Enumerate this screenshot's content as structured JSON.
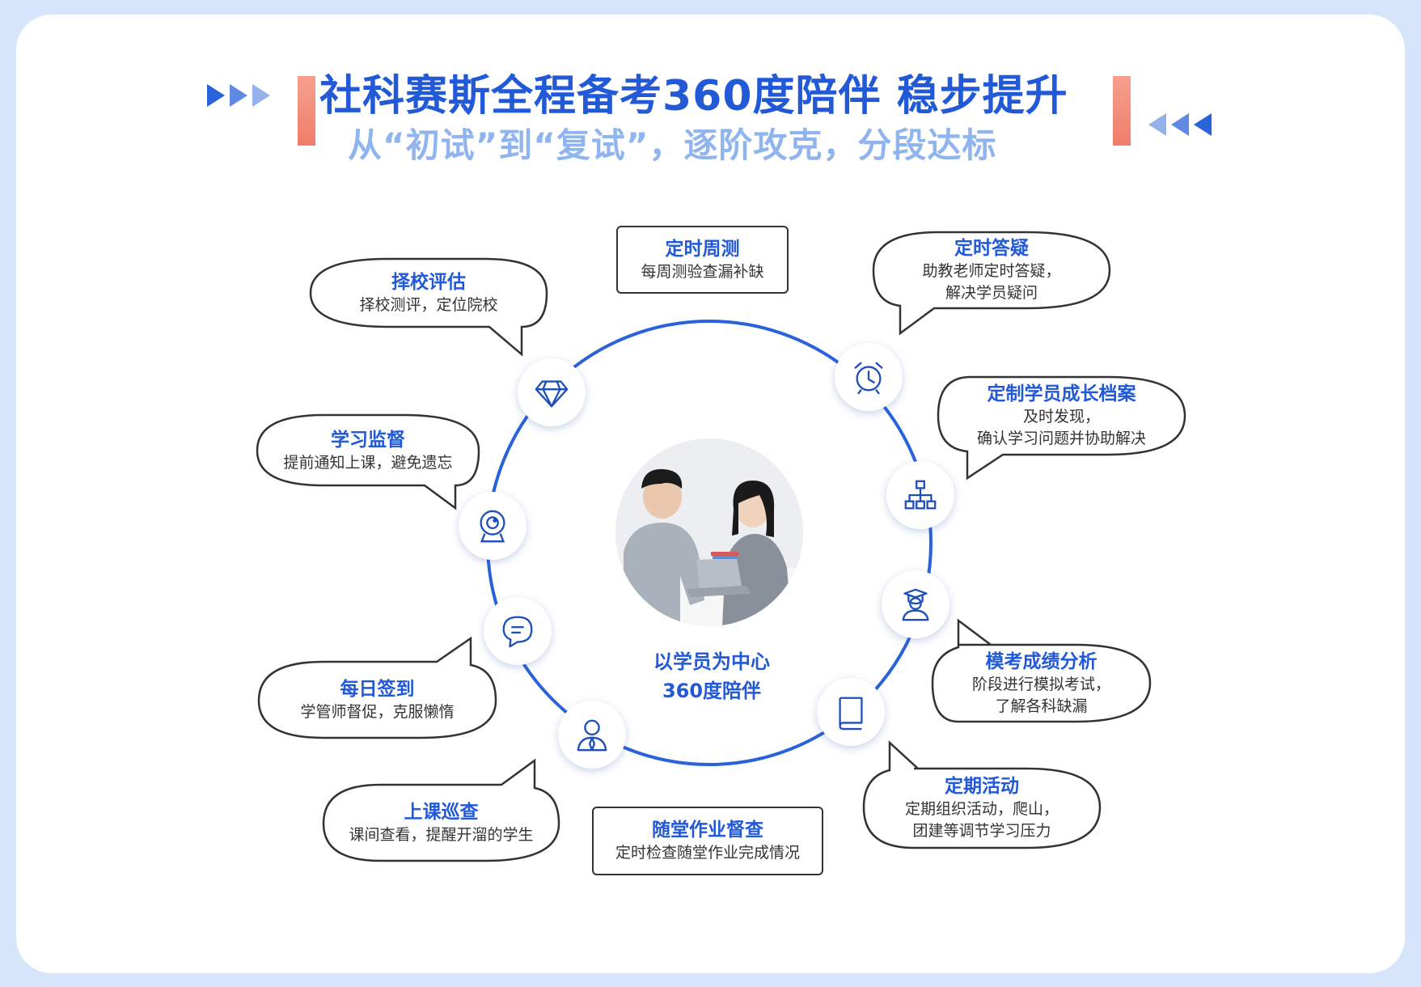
{
  "header": {
    "title": "社科赛斯全程备考360度陪伴  稳步提升",
    "subtitle": "从“初试”到“复试”，逐阶攻克，分段达标"
  },
  "colors": {
    "primary": "#2159d6",
    "ring": "#2a63d9",
    "subtitle": "#8fb4ee",
    "accent_bar": "#f07d6a",
    "page_bg": "#d7e5fb"
  },
  "center": {
    "line1": "以学员为中心",
    "line2": "360度陪伴"
  },
  "items": [
    {
      "title": "定时周测",
      "lines": [
        "每周测验查漏补缺"
      ],
      "icon": "alarm-clock-icon"
    },
    {
      "title": "定时答疑",
      "lines": [
        "助教老师定时答疑，",
        "解决学员疑问"
      ],
      "icon": "alarm-clock-icon"
    },
    {
      "title": "定制学员成长档案",
      "lines": [
        "及时发现，",
        "确认学习问题并协助解决"
      ],
      "icon": "hierarchy-icon"
    },
    {
      "title": "模考成绩分析",
      "lines": [
        "阶段进行模拟考试，",
        "了解各科缺漏"
      ],
      "icon": "graduate-icon"
    },
    {
      "title": "定期活动",
      "lines": [
        "定期组织活动，爬山，",
        "团建等调节学习压力"
      ],
      "icon": "book-icon"
    },
    {
      "title": "随堂作业督查",
      "lines": [
        "定时检查随堂作业完成情况"
      ],
      "icon": "book-icon"
    },
    {
      "title": "上课巡查",
      "lines": [
        "课间查看，提醒开溜的学生"
      ],
      "icon": "person-icon"
    },
    {
      "title": "每日签到",
      "lines": [
        "学管师督促，克服懒惰"
      ],
      "icon": "chat-bubble-icon"
    },
    {
      "title": "学习监督",
      "lines": [
        "提前通知上课，避免遗忘"
      ],
      "icon": "webcam-icon"
    },
    {
      "title": "择校评估",
      "lines": [
        "择校测评，定位院校"
      ],
      "icon": "diamond-icon"
    }
  ]
}
